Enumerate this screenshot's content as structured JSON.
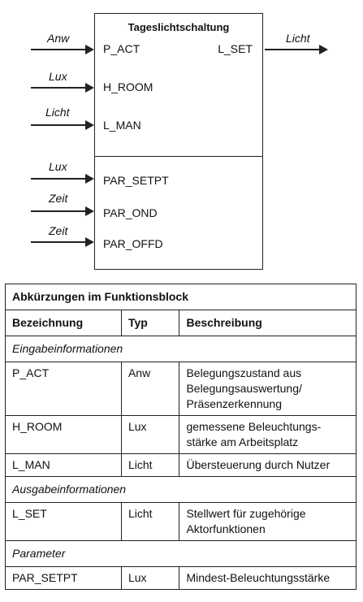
{
  "diagram": {
    "block_title": "Tageslichtschaltung",
    "inputs": [
      {
        "signal": "Anw",
        "port": "P_ACT"
      },
      {
        "signal": "Lux",
        "port": "H_ROOM"
      },
      {
        "signal": "Licht",
        "port": "L_MAN"
      }
    ],
    "parameters": [
      {
        "signal": "Lux",
        "port": "PAR_SETPT"
      },
      {
        "signal": "Zeit",
        "port": "PAR_OND"
      },
      {
        "signal": "Zeit",
        "port": "PAR_OFFD"
      }
    ],
    "outputs": [
      {
        "signal": "Licht",
        "port": "L_SET"
      }
    ]
  },
  "table": {
    "caption": "Abkürzungen im Funktionsblock",
    "headers": [
      "Bezeichnung",
      "Typ",
      "Beschreibung"
    ],
    "sections": [
      {
        "title": "Eingabeinformationen",
        "rows": [
          {
            "name": "P_ACT",
            "type": "Anw",
            "desc": "Belegungszustand aus Belegungsauswertung/ Präsenzerkennung"
          },
          {
            "name": "H_ROOM",
            "type": "Lux",
            "desc": "gemessene Beleuchtungs- stärke am Arbeitsplatz"
          },
          {
            "name": "L_MAN",
            "type": "Licht",
            "desc": "Übersteuerung durch Nutzer"
          }
        ]
      },
      {
        "title": "Ausgabeinformationen",
        "rows": [
          {
            "name": "L_SET",
            "type": "Licht",
            "desc": "Stellwert für zugehörige Aktorfunktionen"
          }
        ]
      },
      {
        "title": "Parameter",
        "rows": [
          {
            "name": "PAR_SETPT",
            "type": "Lux",
            "desc": "Mindest-Beleuchtungsstärke"
          }
        ]
      }
    ]
  }
}
